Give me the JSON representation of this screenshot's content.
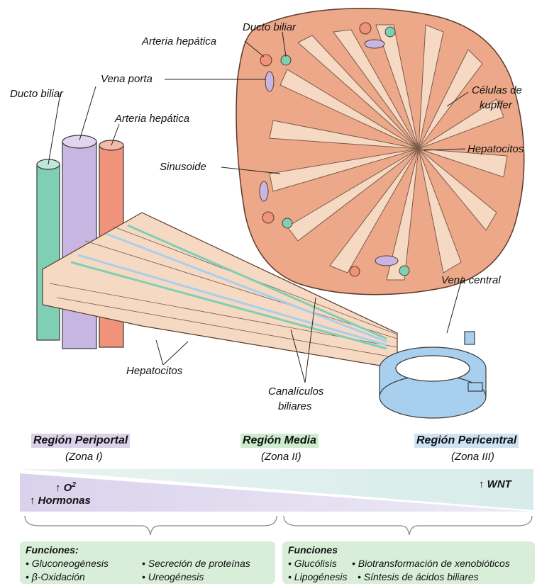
{
  "labels": {
    "ducto_biliar_top": "Ducto biliar",
    "arteria_hepatica_top": "Arteria hepática",
    "vena_porta": "Vena porta",
    "ducto_biliar_left": "Ducto biliar",
    "arteria_hepatica_mid": "Arteria hepática",
    "celulas_kupffer_1": "Células de",
    "celulas_kupffer_2": "kupffer",
    "hepatocitos_right": "Hepatocitos",
    "sinusoide": "Sinusoide",
    "vena_central": "Vena central",
    "hepatocitos_bottom": "Hepatocitos",
    "canaliculos_1": "Canalículos",
    "canaliculos_2": "biliares"
  },
  "zones": [
    {
      "title": "Región Periportal",
      "sub": "(Zona I)",
      "color": "#d9d2e9"
    },
    {
      "title": "Región Media",
      "sub": "(Zona II)",
      "color": "#cdeccf"
    },
    {
      "title": "Región Pericentral",
      "sub": "(Zona III)",
      "color": "#cfe2f3"
    }
  ],
  "gradients": {
    "o2": "↑ O",
    "o2_sup": "2",
    "hormonas": "↑ Hormonas",
    "wnt": "↑ WNT"
  },
  "functions": {
    "left_head": "Funciones:",
    "left_items": [
      "• Gluconeogénesis",
      "• Secreción de proteínas",
      "• β-Oxidación",
      "• Ureogénesis"
    ],
    "right_head": "Funciones",
    "right_items": [
      "• Glucólisis",
      "• Biotransformación de xenobióticos",
      "• Lipogénesis",
      "• Síntesis de ácidos biliares"
    ]
  },
  "colors": {
    "lobule": "#eda889",
    "hepatocyte": "#f6d9c2",
    "portal_vein": "#c7b6e2",
    "artery": "#f0937a",
    "bile_duct": "#7fcfb4",
    "central_vein": "#a8cfee",
    "periportal_band": "#dcd5ec",
    "pericentral_band": "#d7ecea"
  }
}
